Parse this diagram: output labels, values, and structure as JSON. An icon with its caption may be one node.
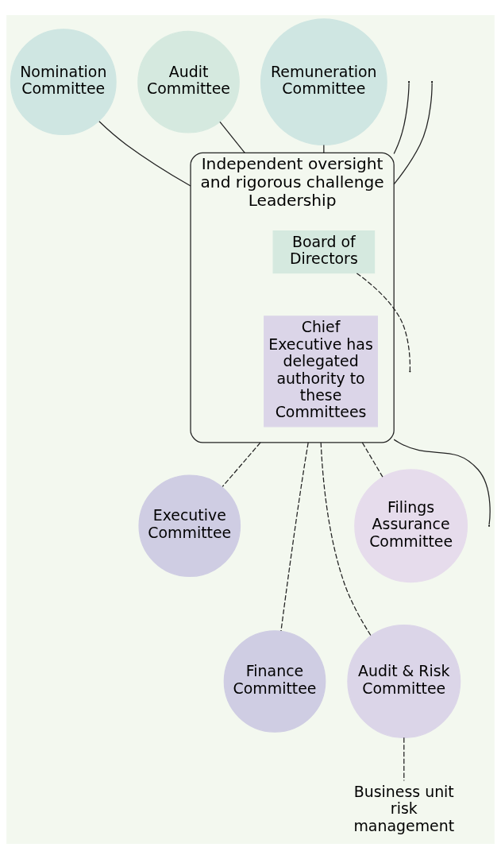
{
  "diagram": {
    "nodes": [
      {
        "text": [
          "Independent oversight and rigorous challenge",
          "Leadership"
        ]
      },
      {
        "text": [
          "Board of Directors"
        ],
        "in": 0
      },
      {
        "text": [
          "Chief Executive has delegated authority to these Committees"
        ],
        "in": 0
      },
      {
        "text": [
          "Nomination Committee"
        ]
      },
      {
        "text": [
          "Audit Committee"
        ]
      },
      {
        "text": [
          "Remuneration Committee"
        ]
      },
      {
        "text": [
          "Executive Committee"
        ]
      },
      {
        "text": [
          "Finance Committee"
        ]
      },
      {
        "text": [
          "Audit & Risk Committee"
        ]
      },
      {
        "text": [
          "Filings Assurance Committee"
        ]
      },
      {
        "text": [
          "Business unit risk management"
        ]
      }
    ],
    "edges": [
      {
        "from": 4,
        "to": 0,
        "arrow": "none"
      },
      {
        "from": null,
        "to": 0,
        "arrow": "none"
      },
      {
        "from": 3,
        "to": 0,
        "arrow": "none"
      },
      {
        "from": null,
        "to": 0,
        "arrow": "none"
      },
      {
        "from": 5,
        "to": 0,
        "arrow": "none"
      },
      {
        "from": 1,
        "to": null,
        "arrow": "none",
        "style": "dashed"
      },
      {
        "from": 0,
        "to": 6,
        "arrow": "none",
        "style": "dashed"
      },
      {
        "from": 0,
        "to": 7,
        "arrow": "none",
        "style": "dashed"
      },
      {
        "from": 0,
        "to": null,
        "arrow": "none"
      },
      {
        "from": 0,
        "to": 8,
        "arrow": "none",
        "style": "dashed"
      },
      {
        "from": 0,
        "to": 9,
        "arrow": "none",
        "style": "dashed"
      },
      {
        "from": 8,
        "to": 10,
        "arrow": "none",
        "style": "dashed"
      }
    ]
  }
}
